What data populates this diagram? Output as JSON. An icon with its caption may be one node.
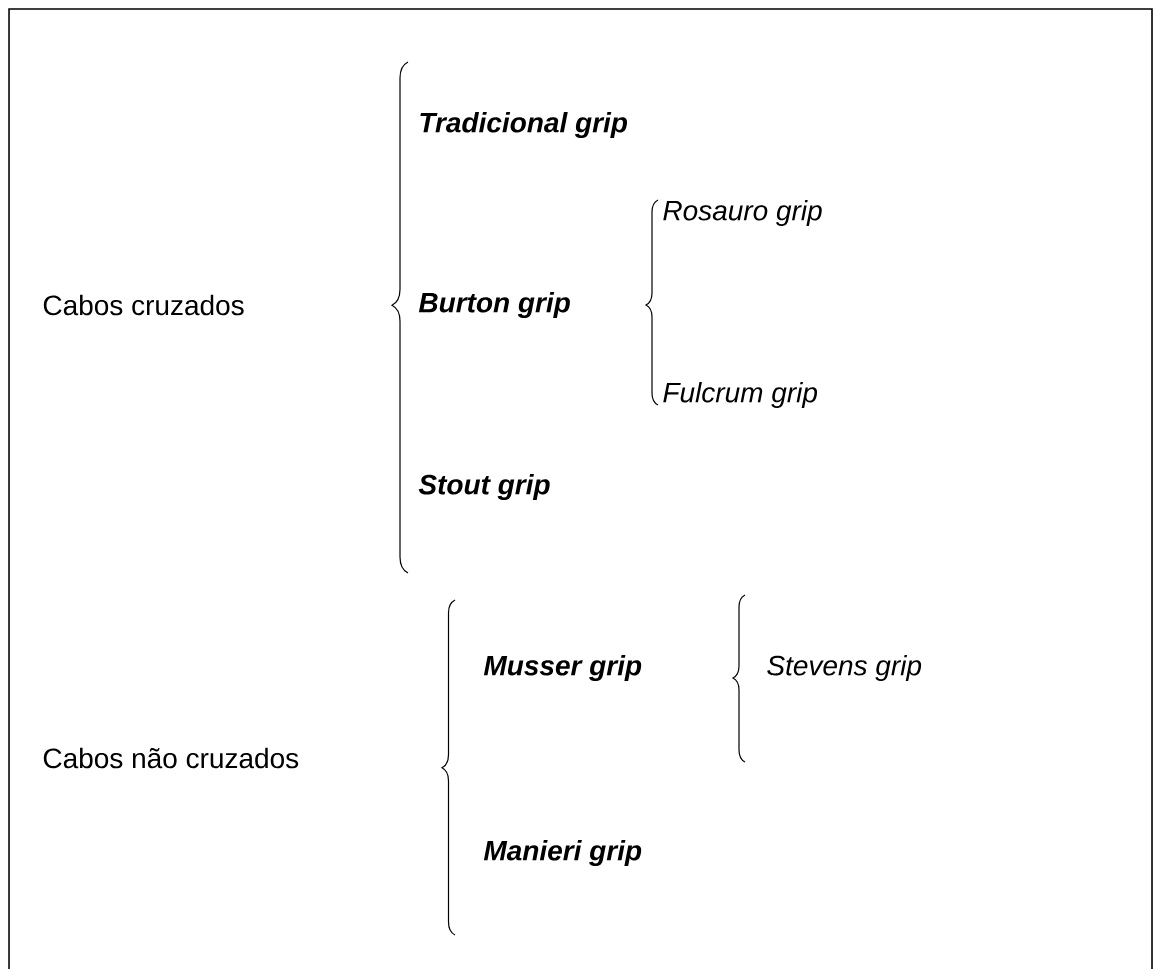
{
  "diagram": {
    "labels": [
      "Cabos cruzados",
      "Tradicional grip",
      "Rosauro grip",
      "Burton grip",
      "Fulcrum grip",
      "Stout grip",
      "Musser grip",
      "Stevens grip",
      "Cabos não cruzados",
      "Manieri grip"
    ]
  }
}
